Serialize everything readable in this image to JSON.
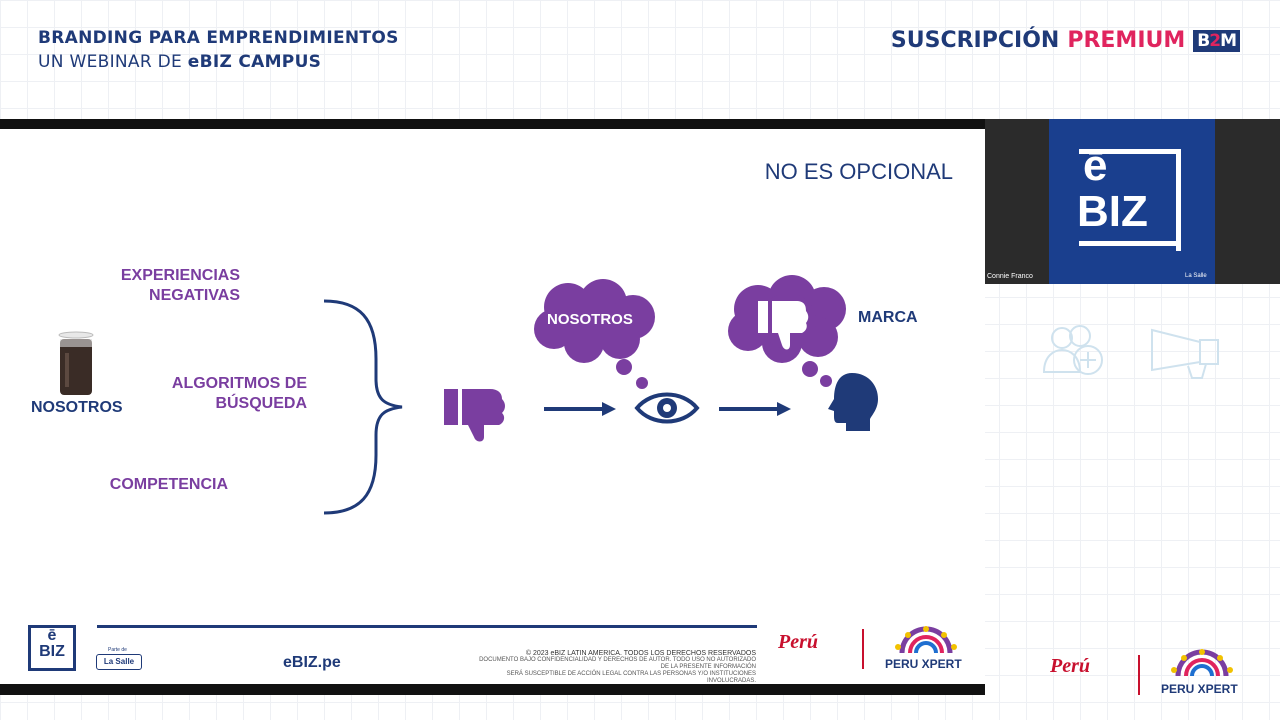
{
  "header": {
    "title": "BRANDING PARA EMPRENDIMIENTOS",
    "subtitle_prefix": "UN WEBINAR DE ",
    "subtitle_brand": "eBIZ CAMPUS",
    "right_part1": "SUSCRIPCIÓN",
    "right_part2": "PREMIUM",
    "b2m_logo_b": "B",
    "b2m_logo_2": "2",
    "b2m_logo_m": "M"
  },
  "slide": {
    "title": "NO ES OPCIONAL",
    "subject_label": "NOSOTROS",
    "factors": [
      "EXPERIENCIAS\nNEGATIVAS",
      "ALGORITMOS DE\nBÚSQUEDA",
      "COMPETENCIA"
    ],
    "bubble_label": "NOSOTROS",
    "brand_label": "MARCA",
    "footer": {
      "ebiz_logo_line1": "ē",
      "ebiz_logo_line2": "BIZ",
      "lasalle": "La Salle",
      "lasalle_small": "Parte de",
      "site": "eBIZ.pe",
      "copyright_main": "© 2023 eBIZ LATIN AMERICA. TODOS LOS DERECHOS RESERVADOS",
      "copyright_line2": "DOCUMENTO BAJO CONFIDENCIALIDAD Y DERECHOS DE AUTOR. TODO USO NO AUTORIZADO DE LA PRESENTE INFORMACIÓN",
      "copyright_line3": "SERÁ SUSCEPTIBLE DE ACCIÓN LEGAL CONTRA LAS PERSONAS Y/O INSTITUCIONES INVOLUCRADAS.",
      "peru": "Perú",
      "peru_xpert": "PERU XPERT"
    }
  },
  "video": {
    "logo_line1": "ē",
    "logo_line2": "BIZ",
    "speaker": "Connie Franco",
    "corner_logo": "La Salle"
  },
  "side": {
    "peru": "Perú",
    "peru_xpert": "PERU XPERT"
  },
  "colors": {
    "navy": "#1f3a78",
    "purple": "#7a3ea0",
    "pink": "#e0245e",
    "peru_red": "#c8102e"
  }
}
